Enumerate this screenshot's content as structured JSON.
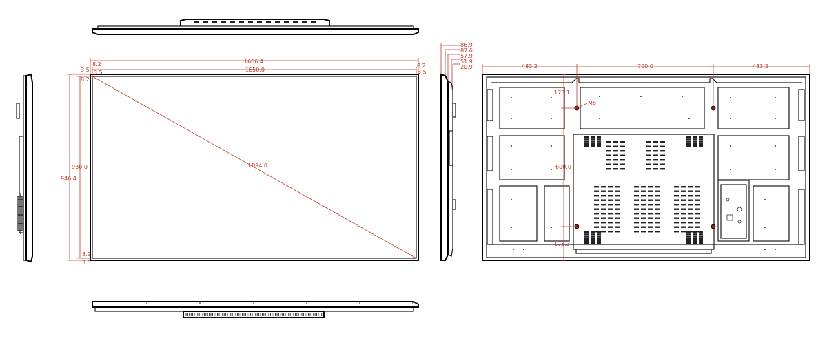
{
  "colors": {
    "line": "#1a1a1a",
    "dimension": "#c0392b",
    "background": "#ffffff"
  },
  "front": {
    "overall_width": "1666.4",
    "screen_width": "1650.0",
    "border_left_top": "8.2",
    "border_right_top": "8.2",
    "bezel_left": "3.5",
    "bezel_left_2": "3.5",
    "bezel_right": "3.5",
    "corner_left": "8.2",
    "screen_height": "930.0",
    "overall_height": "946.4",
    "diagonal": "1894.0",
    "bottom_border": "8.2",
    "bottom_bezel": "3.5"
  },
  "side": {
    "depths": [
      "86.9",
      "87.6",
      "57.9",
      "51.9",
      "20.9"
    ]
  },
  "back": {
    "left_span": "483.2",
    "middle_span": "700.0",
    "right_span": "483.2",
    "top_offset": "173.1",
    "vertical_span": "600.0",
    "bottom_offset": "173.3",
    "screw_label": "M8"
  }
}
